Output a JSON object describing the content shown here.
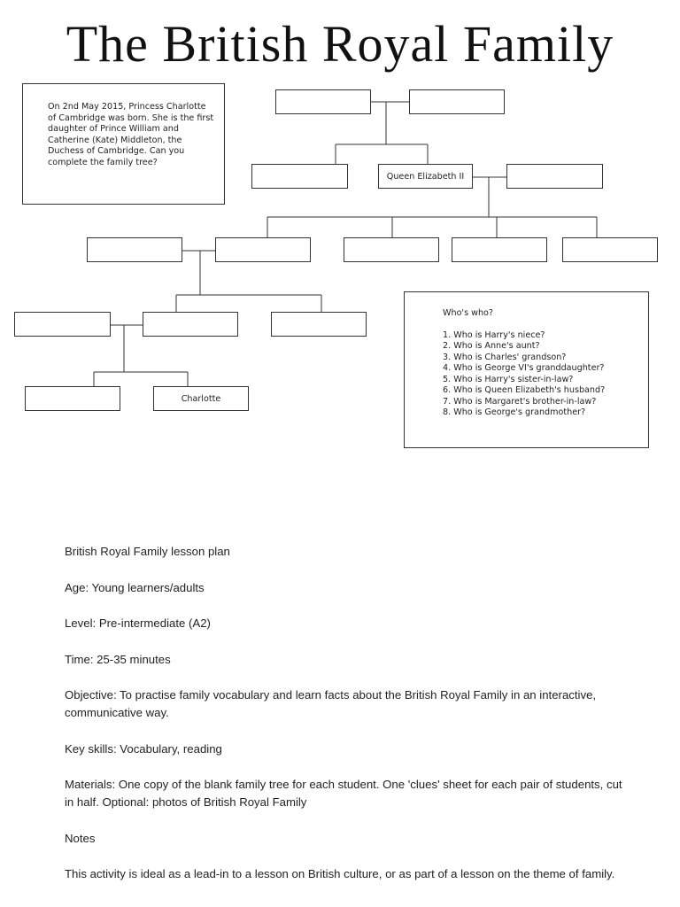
{
  "title": "The British Royal Family",
  "intro": "On 2nd May 2015, Princess Charlotte of Cambridge was born. She is the first daughter of Prince William and Catherine (Kate) Middleton, the Duchess of Cambridge. Can you complete the family tree?",
  "tree": {
    "nodes": [
      {
        "id": "gen1-left",
        "label": ""
      },
      {
        "id": "gen1-right",
        "label": ""
      },
      {
        "id": "gen2-margaret",
        "label": ""
      },
      {
        "id": "gen2-elizabeth",
        "label": "Queen Elizabeth II"
      },
      {
        "id": "gen2-spouse",
        "label": ""
      },
      {
        "id": "gen3-spouse",
        "label": ""
      },
      {
        "id": "gen3-child-1",
        "label": ""
      },
      {
        "id": "gen3-child-2",
        "label": ""
      },
      {
        "id": "gen3-child-3",
        "label": ""
      },
      {
        "id": "gen3-child-4",
        "label": ""
      },
      {
        "id": "gen4-spouse",
        "label": ""
      },
      {
        "id": "gen4-child-1",
        "label": ""
      },
      {
        "id": "gen4-child-2",
        "label": ""
      },
      {
        "id": "gen5-child-1",
        "label": ""
      },
      {
        "id": "gen5-charlotte",
        "label": "Charlotte"
      }
    ]
  },
  "quiz": {
    "heading": "Who's who?",
    "questions": [
      "1. Who is Harry's niece?",
      "2. Who is Anne's aunt?",
      "3. Who is Charles' grandson?",
      "4. Who is George VI's granddaughter?",
      "5. Who is Harry's sister-in-law?",
      "6. Who is Queen Elizabeth's husband?",
      "7. Who is Margaret's brother-in-law?",
      "8. Who is George's grandmother?"
    ]
  },
  "lesson": {
    "heading": "British Royal Family lesson plan",
    "age": "Age: Young learners/adults",
    "level": "Level: Pre-intermediate (A2)",
    "time": "Time: 25-35 minutes",
    "objective": "Objective: To practise family vocabulary and learn facts about the British Royal Family in an interactive, communicative way.",
    "key_skills": "Key skills: Vocabulary, reading",
    "materials": "Materials: One copy of the blank family tree for each student. One 'clues' sheet for each pair of students, cut in half. Optional: photos of British Royal Family",
    "notes_heading": "Notes",
    "notes": "This activity is ideal as a lead-in to a lesson on British culture, or as part of a lesson on the theme of family."
  }
}
